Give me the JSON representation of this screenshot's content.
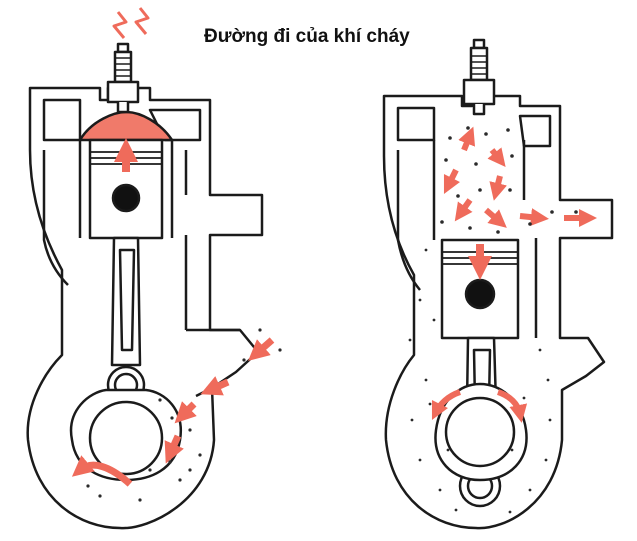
{
  "title": "Đường đi của khí cháy",
  "colors": {
    "combustion": "#f07a6a",
    "arrow": "#ef6b5b",
    "outline": "#1b1b1b",
    "wall": "#ffffff",
    "gas_dots": "#2a2a2a"
  },
  "icons": [
    "spark-icon",
    "spark-plug-icon",
    "flow-arrow-icon"
  ],
  "panels": [
    {
      "id": "left",
      "state": "compression-ignition"
    },
    {
      "id": "right",
      "state": "exhaust-scavenging"
    }
  ]
}
